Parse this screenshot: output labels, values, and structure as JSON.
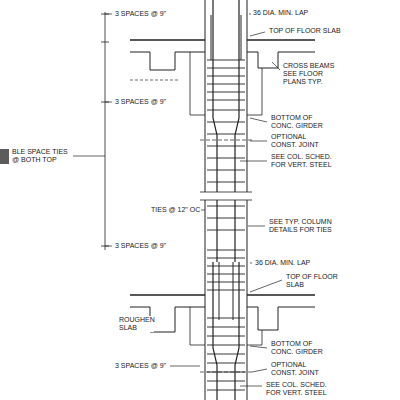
{
  "diagram": {
    "labels": [
      "3 SPACES @ 9\"",
      "36 DIA. MIN. LAP",
      "TOP OF FLOOR SLAB",
      "CROSS BEAMS SEE FLOOR PLANS TYP.",
      "BOTTOM OF CONC. GIRDER",
      "OPTIONAL CONST. JOINT",
      "3 SPACES @ 9\"",
      "BLE SPACE TIES @ BOTH TOP",
      "SEE COL. SCHED. FOR VERT. STEEL",
      "TIES @ 12\" OC",
      "SEE TYP. COLUMN DETAILS FOR TIES",
      "3 SPACES @ 9\"",
      "36 DIA. MIN. LAP",
      "TOP OF FLOOR SLAB",
      "ROUGHEN SLAB",
      "BOTTOM OF CONC. GIRDER",
      "3 SPACES @ 9\"",
      "OPTIONAL CONST. JOINT",
      "SEE COL. SCHED. FOR VERT. STEEL"
    ]
  }
}
